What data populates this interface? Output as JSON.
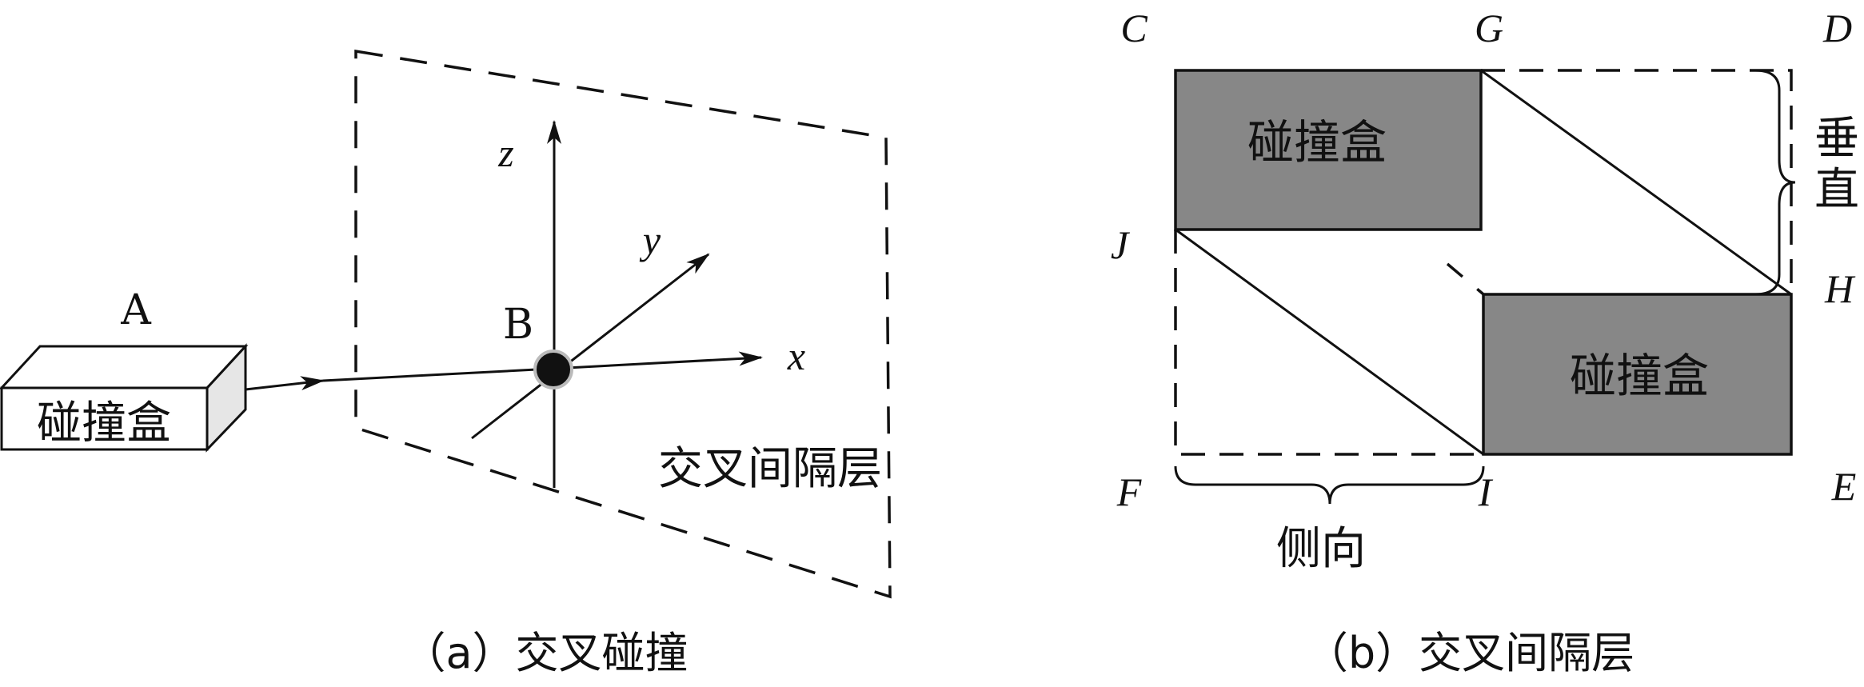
{
  "panel_a": {
    "box_label": "A",
    "box_text": "碰撞盒",
    "point_label": "B",
    "axis_x": "x",
    "axis_y": "y",
    "axis_z": "z",
    "plane_label": "交叉间隔层",
    "caption": "（a）交叉碰撞"
  },
  "panel_b": {
    "corners": {
      "C": "C",
      "G": "G",
      "D": "D",
      "J": "J",
      "H": "H",
      "F": "F",
      "I": "I",
      "E": "E"
    },
    "box_top_text": "碰撞盒",
    "box_bottom_text": "碰撞盒",
    "vertical_label": "垂直",
    "lateral_label": "侧向",
    "caption": "（b）交叉间隔层"
  },
  "colors": {
    "box_fill_b": "#878787",
    "box_side_a": "#e6e6e6",
    "line": "#111111"
  }
}
